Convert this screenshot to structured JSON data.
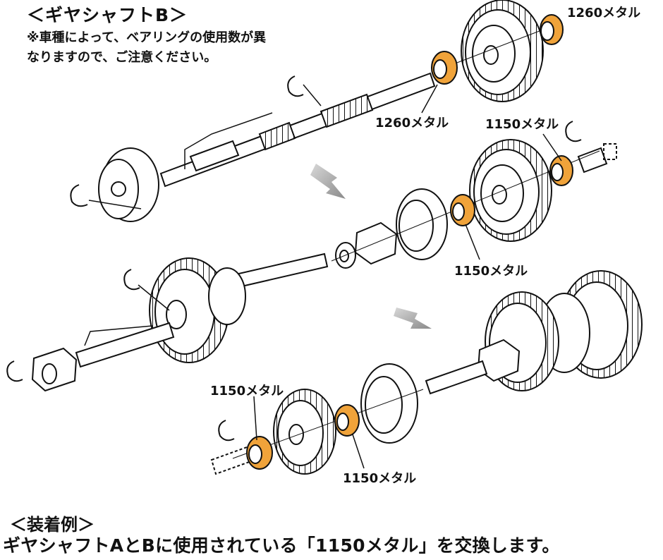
{
  "header": {
    "title": "＜ギヤシャフトB＞",
    "note": "※車種によって、ベアリングの使用数が異なりますので、ご注意ください。"
  },
  "labels": {
    "metal_1260_top": "1260メタル",
    "metal_1260_mid": "1260メタル",
    "metal_1150_upper_a": "1150メタル",
    "metal_1150_upper_b": "1150メタル",
    "metal_1150_lower_a": "1150メタル",
    "metal_1150_lower_b": "1150メタル"
  },
  "footer": {
    "example_title": "＜装着例＞",
    "description": "ギヤシャフトAとBに使用されている「1150メタル」を交換します。"
  },
  "colors": {
    "metal_fill": "#F0A33A",
    "line": "#111111",
    "arrow_gray": "#9a9a9a"
  }
}
